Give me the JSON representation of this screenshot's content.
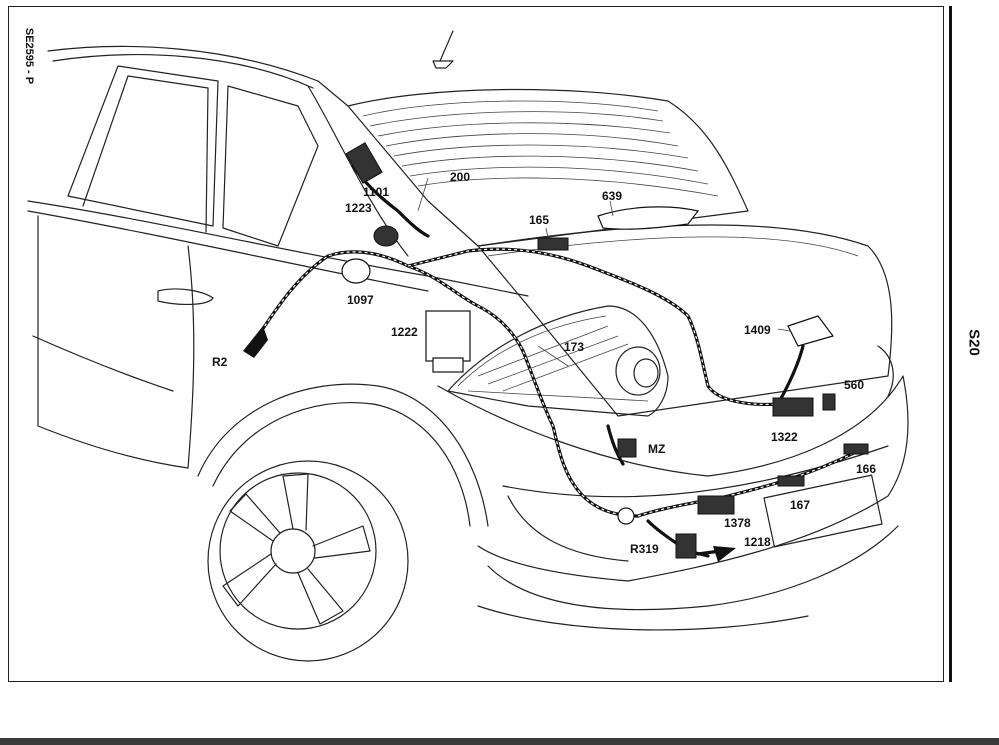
{
  "drawing_code": "SE2595 - P",
  "section_tab": "S20",
  "labels": {
    "l200": "200",
    "l639": "639",
    "l1101": "1101",
    "l1223": "1223",
    "l165": "165",
    "l1097": "1097",
    "l1222": "1222",
    "l173": "173",
    "l1409": "1409",
    "l560": "560",
    "r2": "R2",
    "l1322": "1322",
    "mz": "MZ",
    "l166": "166",
    "l167": "167",
    "l1378": "1378",
    "r319": "R319",
    "l1218": "1218"
  }
}
